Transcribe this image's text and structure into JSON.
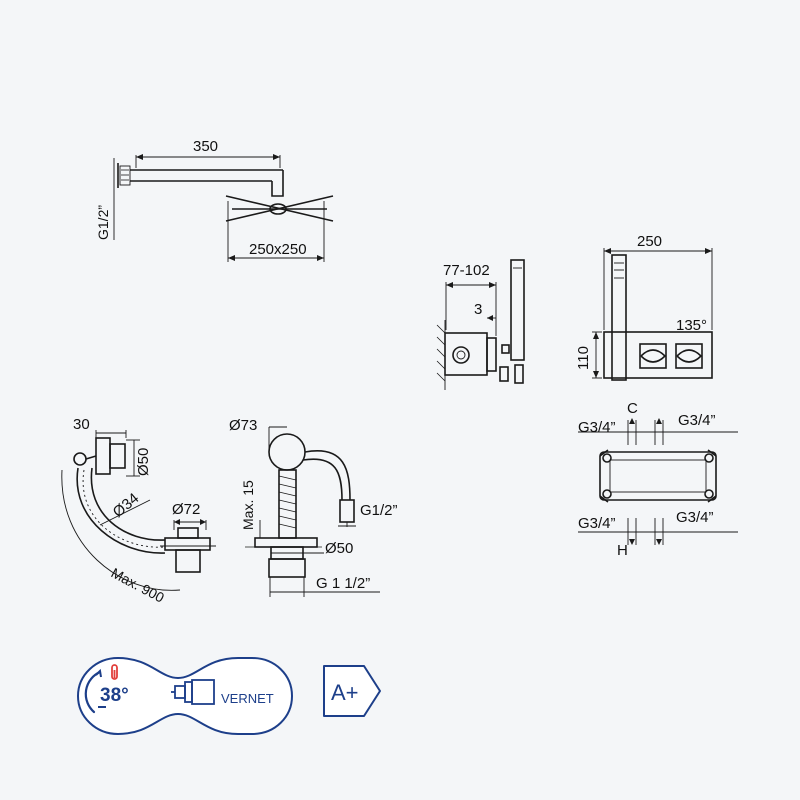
{
  "shower_arm": {
    "length_label": "350",
    "thread_label": "G1/2”",
    "head_size_label": "250x250"
  },
  "hand_shower": {
    "depth_range_label": "77-102",
    "offset_label": "3"
  },
  "panel": {
    "width_label": "250",
    "height_label": "110",
    "rotation_label": "135°"
  },
  "valve_top": {
    "left_label": "G3/4”",
    "center_label": "C",
    "right_label": "G3/4”"
  },
  "valve_bottom": {
    "left_label": "G3/4”",
    "center_label": "H",
    "right_label": "G3/4”"
  },
  "bath_waste": {
    "width_label": "30",
    "diameter_label": "Ø50",
    "hose_diameter_label": "Ø34",
    "plug_diameter_label": "Ø72",
    "hose_length_label": "Max. 900"
  },
  "bath_filler": {
    "head_diameter_label": "Ø73",
    "height_label": "Max. 15",
    "thread_label": "G1/2”",
    "body_diameter_label": "Ø50",
    "outlet_thread_label": "G 1 1/2”"
  },
  "badges": {
    "temperature_label": "38°",
    "brand_label": "VERNET",
    "energy_class_label": "A+",
    "accent_color": "#1d3f8a",
    "hot_color": "#e2403c"
  }
}
